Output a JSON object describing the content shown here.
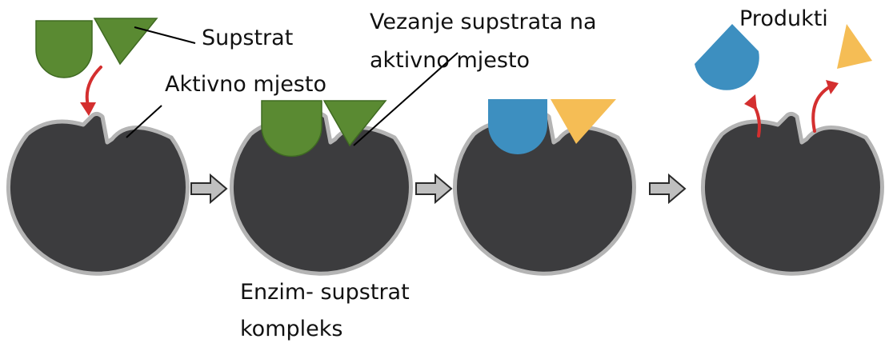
{
  "labels": {
    "substrate": "Supstrat",
    "active_site": "Aktivno mjesto",
    "binding_line1": "Vezanje supstrata na",
    "binding_line2": "aktivno mjesto",
    "products": "Produkti",
    "complex_line1": "Enzim- supstrat",
    "complex_line2": "kompleks"
  },
  "colors": {
    "enzyme_fill": "#3c3c3e",
    "enzyme_border": "#b4b4b4",
    "substrate_green": "#5a8a32",
    "substrate_green_border": "#3f6a22",
    "product_blue": "#3d8fc0",
    "product_yellow": "#f5bd55",
    "red_arrow": "#d42f2f",
    "step_arrow_fill": "#bfbfbf",
    "step_arrow_border": "#2a2a2a"
  },
  "icons": {
    "step_arrow": "right-block-arrow-icon",
    "bind_arrow": "curved-red-arrow-icon"
  }
}
